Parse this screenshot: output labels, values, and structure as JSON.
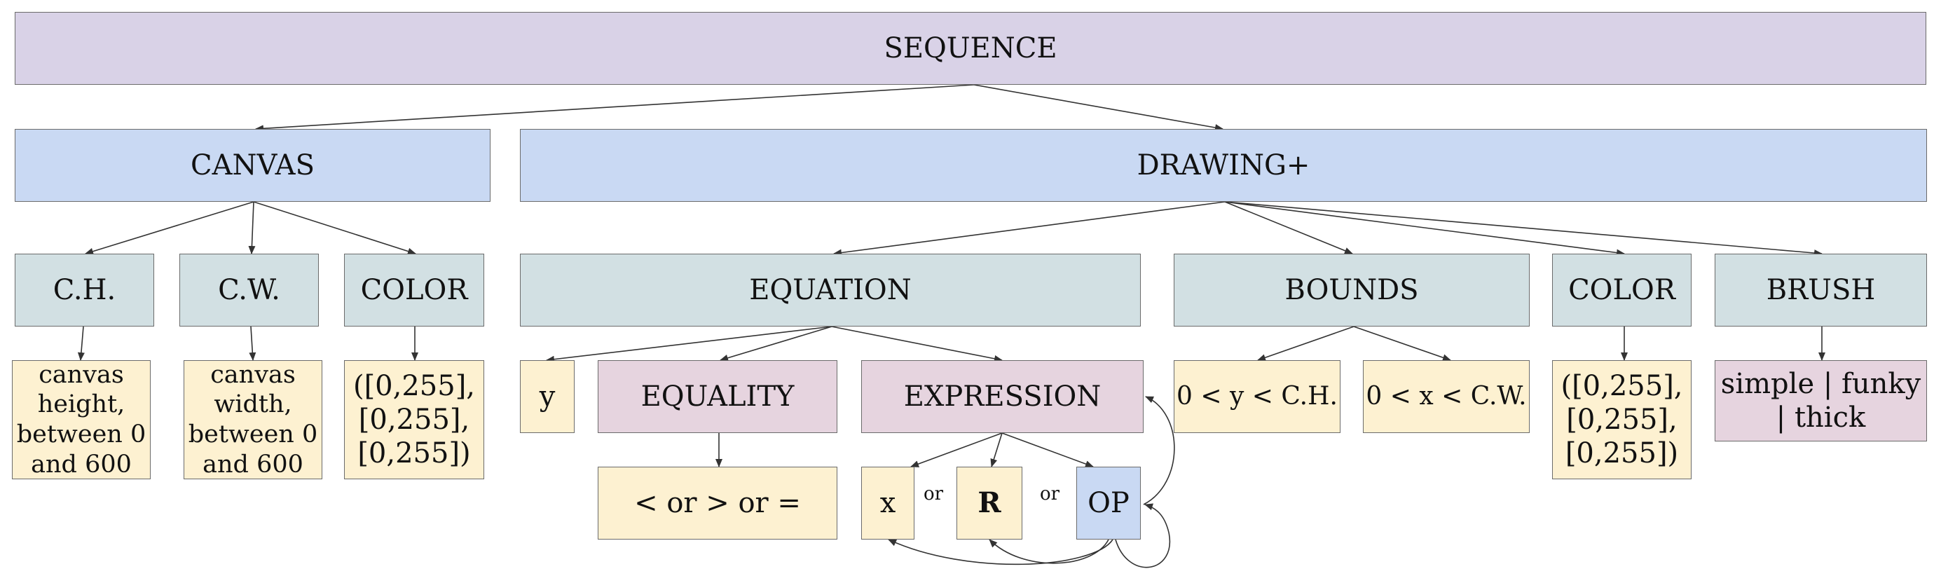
{
  "nodes": {
    "sequence": "SEQUENCE",
    "canvas": "CANVAS",
    "drawing": "DRAWING+",
    "ch": "C.H.",
    "cw": "C.W.",
    "canvas_color": "COLOR",
    "equation": "EQUATION",
    "bounds": "BOUNDS",
    "drawing_color": "COLOR",
    "brush": "BRUSH",
    "y": "y",
    "equality": "EQUALITY",
    "expression": "EXPRESSION",
    "x": "x",
    "r": "R",
    "op": "OP",
    "ineq_ops": "< or > or =",
    "y_bound": "0 < y < C.H.",
    "x_bound": "0 < x < C.W."
  },
  "leaves": {
    "ch_desc": [
      "canvas",
      "height,",
      "between 0",
      "and 600"
    ],
    "cw_desc": [
      "canvas",
      "width,",
      "between 0",
      "and 600"
    ],
    "canvas_color_range": [
      "([0,255],",
      "[0,255],",
      "[0,255])"
    ],
    "drawing_color_range": [
      "([0,255],",
      "[0,255],",
      "[0,255])"
    ],
    "brush_options": [
      "simple | funky",
      "| thick"
    ]
  },
  "connectors": {
    "or_1": "or",
    "or_2": "or"
  }
}
